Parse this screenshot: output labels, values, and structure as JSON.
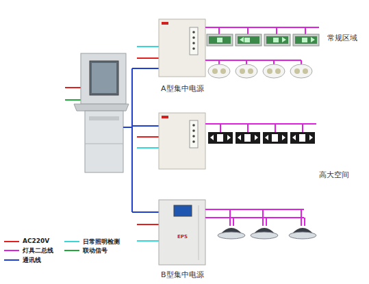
{
  "diagram": {
    "nodes": [
      {
        "text": [
          "A型集中电源"
        ]
      },
      {
        "text": [
          "EPS",
          "B型集中电源"
        ]
      }
    ],
    "labels": [
      "常规区域",
      "高大空间"
    ],
    "legend": [
      {
        "text": "AC220V",
        "color": "#e0201e"
      },
      {
        "text": "灯具二总线",
        "color": "#e020e0"
      },
      {
        "text": "通讯线",
        "color": "#1f3fd0"
      },
      {
        "text": "日常照明检测",
        "color": "#38d6d6"
      },
      {
        "text": "联动信号",
        "color": "#22a83a"
      }
    ]
  }
}
